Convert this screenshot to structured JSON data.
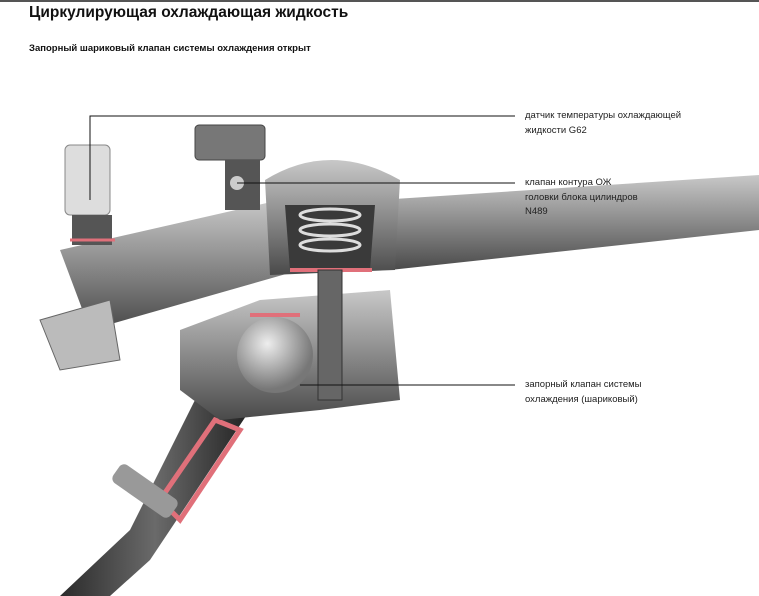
{
  "title": "Циркулирующая охлаждающая жидкость",
  "subtitle": "Запорный шариковый клапан системы охлаждения открыт",
  "callouts": [
    {
      "lines": [
        "датчик температуры охлаждающей",
        "жидкости G62"
      ]
    },
    {
      "lines": [
        "клапан контура ОЖ",
        "головки блока цилиндров",
        "N489"
      ]
    },
    {
      "lines": [
        "запорный клапан системы",
        "охлаждения (шариковый)"
      ]
    }
  ],
  "colors": {
    "metal": "#8a8a8a",
    "coolant_flow": "#e0707a"
  }
}
